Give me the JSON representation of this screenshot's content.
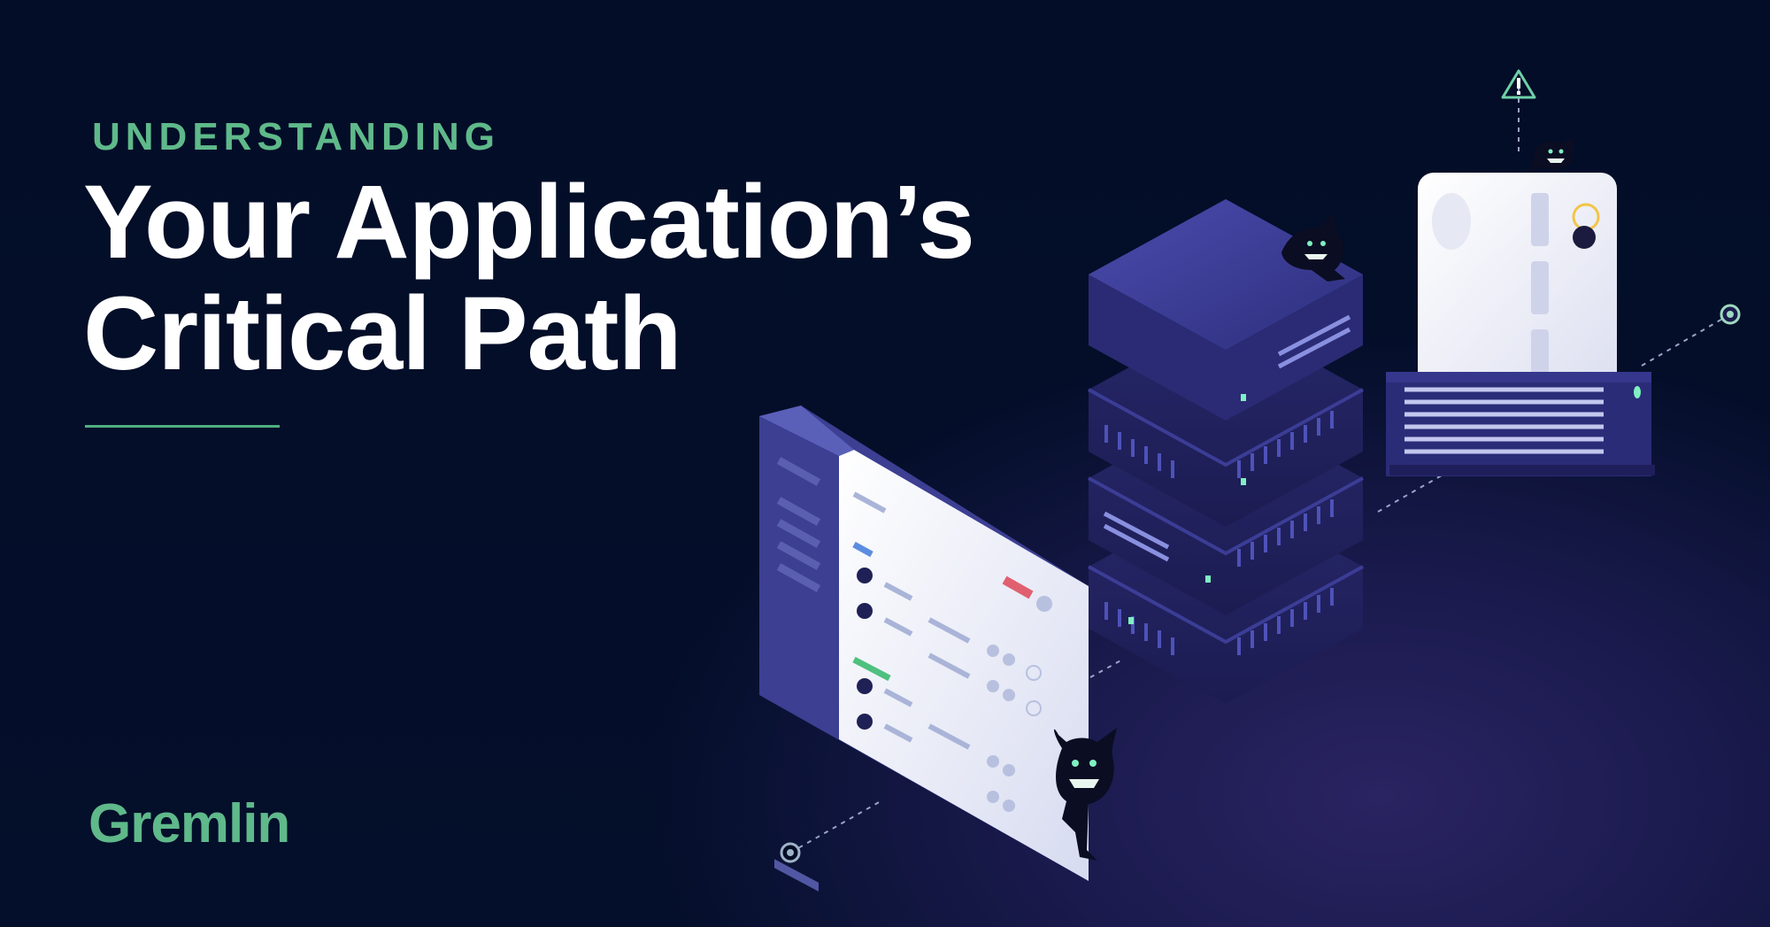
{
  "eyebrow": "UNDERSTANDING",
  "headline": {
    "line1": "Your Application’s",
    "line2": "Critical Path"
  },
  "brand": {
    "logo_text": "Gremlin"
  },
  "colors": {
    "background": "#030d27",
    "accent_green": "#5fb98a",
    "headline_white": "#ffffff",
    "server_purple": "#2e2f7a",
    "card_white": "#eceef8"
  },
  "icons": [
    "warning-icon",
    "gremlin-creature",
    "server-stack",
    "dashboard-window",
    "database-card"
  ]
}
